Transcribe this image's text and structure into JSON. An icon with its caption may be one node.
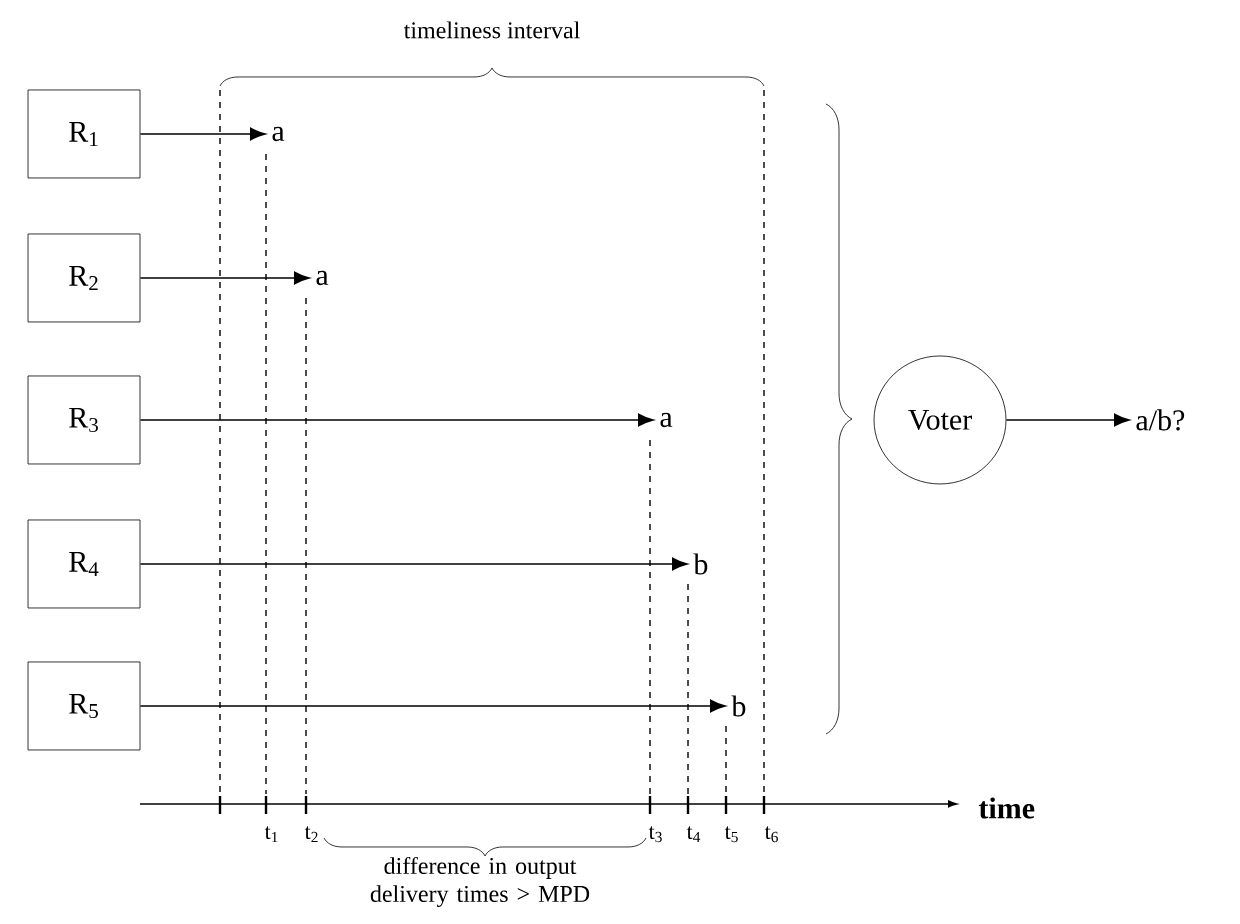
{
  "diagram": {
    "nodes": [
      {
        "text": [
          "R$_{1}$"
        ]
      },
      {
        "text": [
          "R$_{2}$"
        ]
      },
      {
        "text": [
          "R$_{3}$"
        ]
      },
      {
        "text": [
          "R$_{4}$"
        ]
      },
      {
        "text": [
          "R$_{5}$"
        ]
      },
      {
        "text": [
          "a"
        ]
      },
      {
        "text": [
          "a"
        ]
      },
      {
        "text": [
          "a"
        ]
      },
      {
        "text": [
          "b"
        ]
      },
      {
        "text": [
          "b"
        ]
      },
      {
        "text": [
          "Voter"
        ]
      },
      {
        "text": [
          "a/b?"
        ]
      }
    ],
    "edges": [
      {
        "from": 0,
        "to": 5,
        "arrow": "to"
      },
      {
        "from": 1,
        "to": 6,
        "arrow": "to"
      },
      {
        "from": 2,
        "to": 7,
        "arrow": "to"
      },
      {
        "from": 3,
        "to": 8,
        "arrow": "to"
      },
      {
        "from": 4,
        "to": 9,
        "arrow": "to"
      },
      {
        "from": 10,
        "to": 11,
        "arrow": "to"
      }
    ],
    "labels": [
      "timeliness interval",
      "t$_{1}$",
      "t$_{2}$",
      "t$_{3}$",
      "t$_{4}$",
      "t$_{5}$",
      "t$_{6}$",
      "time",
      "difference in output delivery times > MPD"
    ]
  }
}
